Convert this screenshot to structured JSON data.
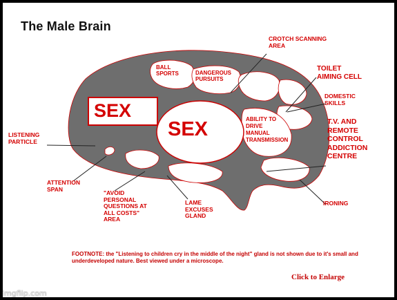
{
  "title": "The Male Brain",
  "labels": {
    "crotch": "CROTCH SCANNING\nAREA",
    "toilet": "TOILET\nAIMING CELL",
    "domestic": "DOMESTIC\nSKILLS",
    "tv": "T.V. AND\nREMOTE\nCONTROL\nADDICTION\nCENTRE",
    "listening": "LISTENING\nPARTICLE",
    "attention": "ATTENTION\nSPAN",
    "avoid": "\"AVOID\nPERSONAL\nQUESTIONS AT\nALL COSTS\"\nAREA",
    "lame": "LAME\nEXCUSES\nGLAND",
    "ironing": "IRONING"
  },
  "regions": {
    "ball": "BALL\nSPORTS",
    "dangerous": "DANGEROUS\nPURSUITS",
    "sex_box": "SEX",
    "sex_oval": "SEX",
    "driving": "ABILITY TO\nDRIVE\nMANUAL\nTRANSMISSION"
  },
  "footnote": "FOOTNOTE: the \"Listening to children cry in the middle of the night\" gland is not shown due to it's small and underdeveloped nature.  Best viewed under a microscope.",
  "click_label": "Click to Enlarge",
  "watermark": "imgflip.com",
  "colors": {
    "brain": "#6e6e6e",
    "red": "#d40000",
    "background": "#ffffff"
  }
}
